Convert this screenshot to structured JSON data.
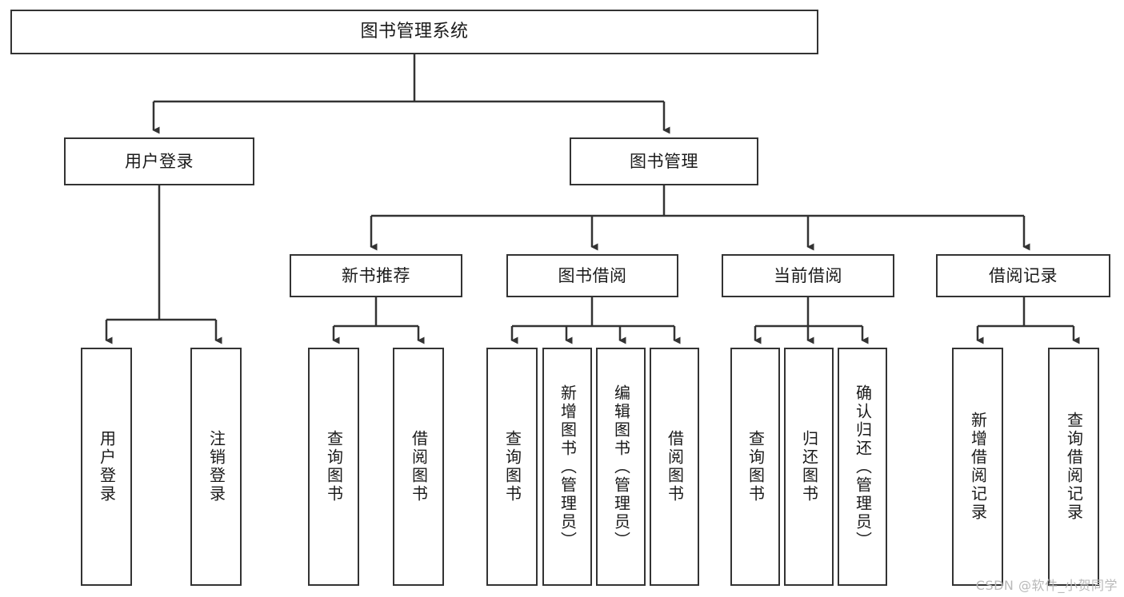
{
  "diagram": {
    "title": "图书管理系统",
    "type": "hierarchy-tree",
    "colors": {
      "box_border": "#333333",
      "box_fill": "#ffffff",
      "text": "#1a1a1a",
      "edge": "#333333",
      "watermark": "#b9b9b9"
    },
    "watermark": "CSDN @软件_小贺同学",
    "nodes": {
      "root": {
        "label": "图书管理系统"
      },
      "level2": [
        {
          "id": "user-login",
          "label": "用户登录"
        },
        {
          "id": "book-manage",
          "label": "图书管理"
        }
      ],
      "level3": [
        {
          "id": "new-book-recommend",
          "label": "新书推荐"
        },
        {
          "id": "book-borrow",
          "label": "图书借阅"
        },
        {
          "id": "current-borrow",
          "label": "当前借阅"
        },
        {
          "id": "borrow-record",
          "label": "借阅记录"
        }
      ],
      "leaves": {
        "user-login": [
          {
            "id": "leaf-user-login",
            "label": "用户登录"
          },
          {
            "id": "leaf-logout-login",
            "label": "注销登录"
          }
        ],
        "new-book-recommend": [
          {
            "id": "leaf-query-book-1",
            "label": "查询图书"
          },
          {
            "id": "leaf-borrow-book-1",
            "label": "借阅图书"
          }
        ],
        "book-borrow": [
          {
            "id": "leaf-query-book-2",
            "label": "查询图书"
          },
          {
            "id": "leaf-add-book",
            "label": "新增图书（管理员）"
          },
          {
            "id": "leaf-edit-book",
            "label": "编辑图书（管理员）"
          },
          {
            "id": "leaf-borrow-book-2",
            "label": "借阅图书"
          }
        ],
        "current-borrow": [
          {
            "id": "leaf-query-book-3",
            "label": "查询图书"
          },
          {
            "id": "leaf-return-book",
            "label": "归还图书"
          },
          {
            "id": "leaf-confirm-return",
            "label": "确认归还（管理员）"
          }
        ],
        "borrow-record": [
          {
            "id": "leaf-add-record",
            "label": "新增借阅记录"
          },
          {
            "id": "leaf-query-record",
            "label": "查询借阅记录"
          }
        ]
      }
    }
  }
}
